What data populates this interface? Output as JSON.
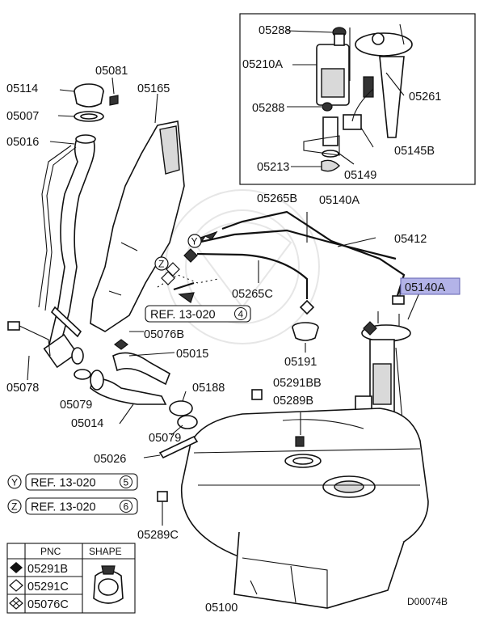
{
  "labels": {
    "p05288_top": "05288",
    "p05210A": "05210A",
    "p05288_mid": "05288",
    "p05213": "05213",
    "p05149": "05149",
    "p05145B": "05145B",
    "p05261": "05261",
    "p05140A_box": "05140A",
    "p05081": "05081",
    "p05114": "05114",
    "p05165": "05165",
    "p05007": "05007",
    "p05016": "05016",
    "p05265B": "05265B",
    "p05412": "05412",
    "p05140A_hi": "05140A",
    "p05265C": "05265C",
    "p05076B": "05076B",
    "p05015": "05015",
    "p05191": "05191",
    "p05078": "05078",
    "p05079_a": "05079",
    "p05014": "05014",
    "p05188": "05188",
    "p05291BB": "05291BB",
    "p05289B": "05289B",
    "p05079_b": "05079",
    "p05026": "05026",
    "p05289C": "05289C",
    "p05100": "05100"
  },
  "refs": {
    "main": {
      "text": "REF. 13-020",
      "num": "4"
    },
    "y": {
      "tag": "Y",
      "text": "REF. 13-020",
      "num": "5"
    },
    "z": {
      "tag": "Z",
      "text": "REF. 13-020",
      "num": "6"
    }
  },
  "markers": {
    "y": "Y",
    "z": "Z"
  },
  "legend": {
    "headers": [
      "PNC",
      "SHAPE"
    ],
    "rows": [
      {
        "symbol": "filled-diamond",
        "pnc": "05291B"
      },
      {
        "symbol": "outline-diamond",
        "pnc": "05291C"
      },
      {
        "symbol": "crossed-diamond",
        "pnc": "05076C"
      }
    ]
  },
  "diagram_id": "D00074B",
  "colors": {
    "highlight": "#b3b3e8",
    "line": "#111111"
  }
}
